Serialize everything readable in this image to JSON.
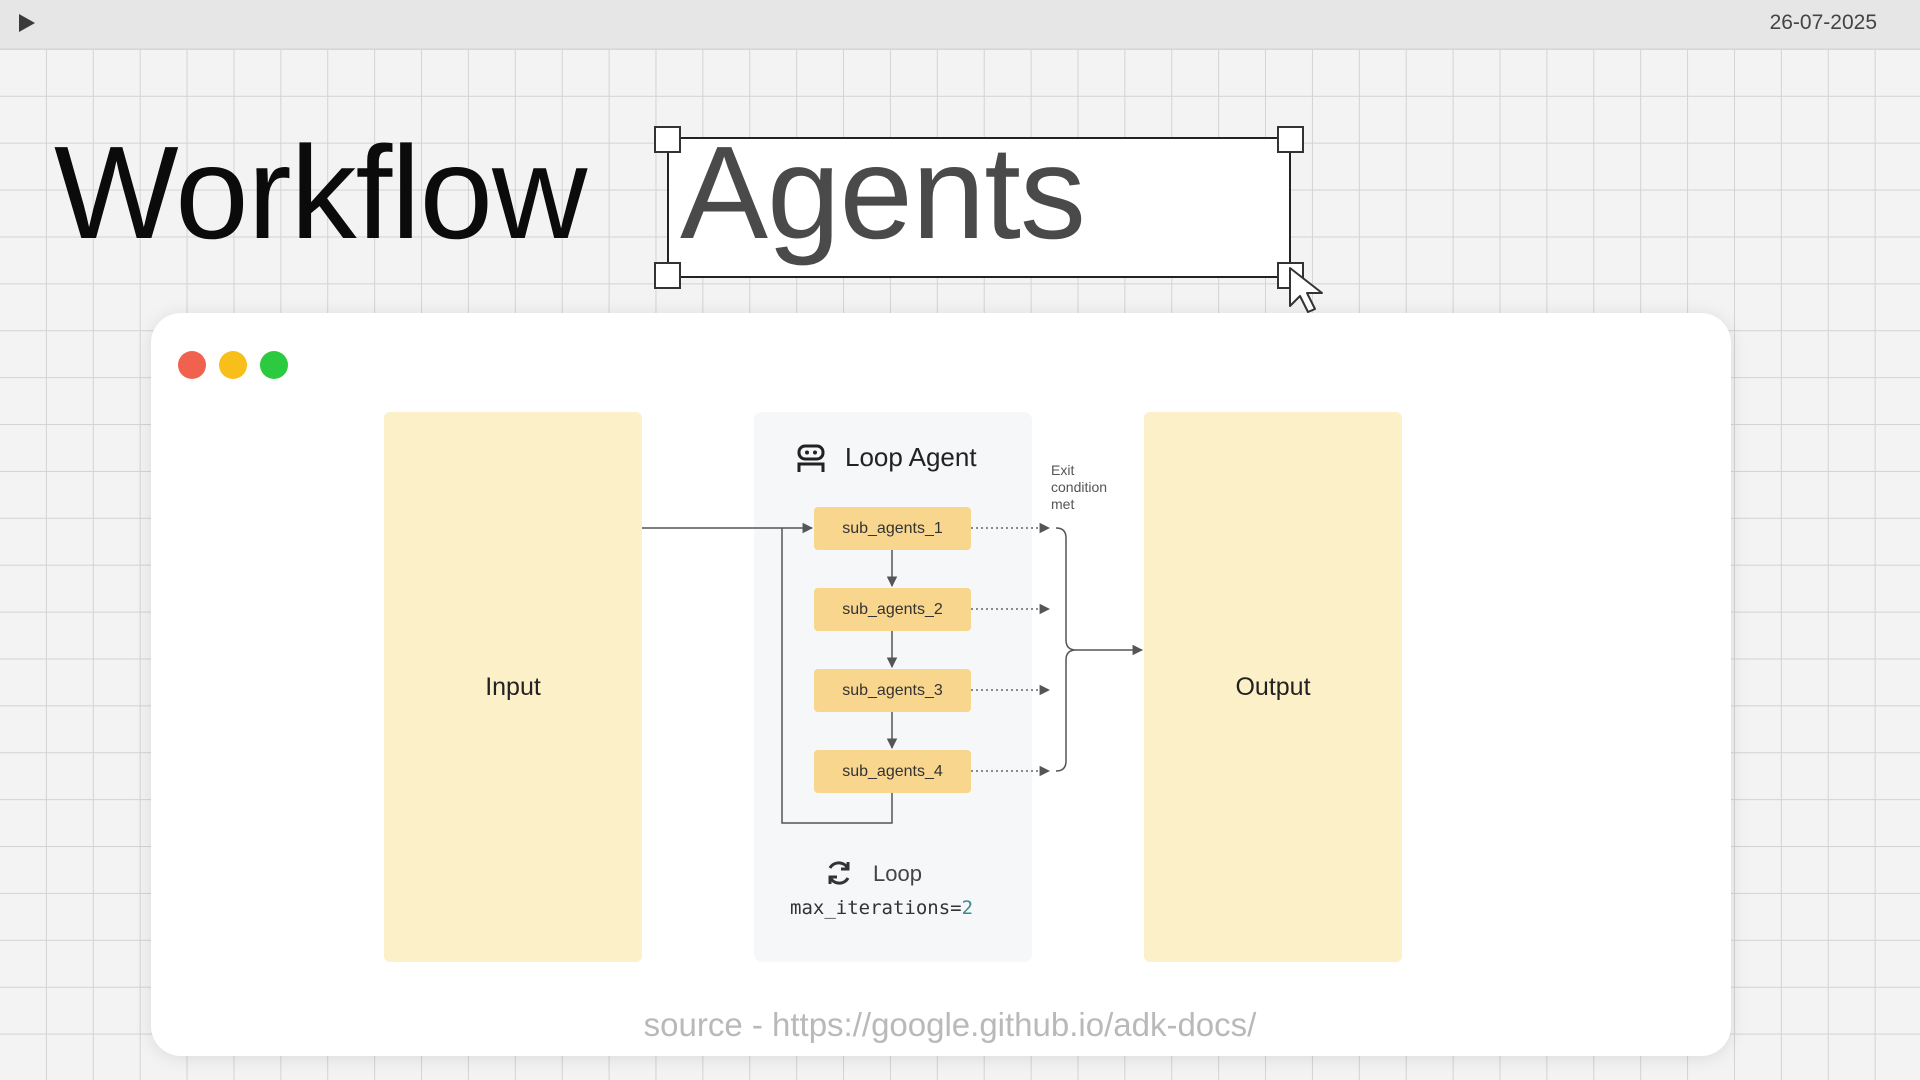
{
  "topbar": {
    "date": "26-07-2025",
    "play_icon": "play-icon"
  },
  "title": {
    "word1": "Workflow",
    "word2": "Agents"
  },
  "window": {
    "traffic_lights": {
      "close": "#f0624d",
      "minimize": "#f8bf1a",
      "maximize": "#2bca3f"
    }
  },
  "diagram": {
    "input_label": "Input",
    "output_label": "Output",
    "loop_agent_title": "Loop Agent",
    "loop_agent_icon": "robot-icon",
    "sub_agents": [
      "sub_agents_1",
      "sub_agents_2",
      "sub_agents_3",
      "sub_agents_4"
    ],
    "exit_label": "Exit\ncondition\nmet",
    "loop_label": "Loop",
    "loop_icon": "refresh-icon",
    "max_iterations_key": "max_iterations=",
    "max_iterations_value": "2"
  },
  "colors": {
    "block_fill": "#fcf0c9",
    "sub_agent_fill": "#f8d68e",
    "loop_panel": "#f6f7f9"
  },
  "footer": {
    "source": "source - https://google.github.io/adk-docs/"
  }
}
